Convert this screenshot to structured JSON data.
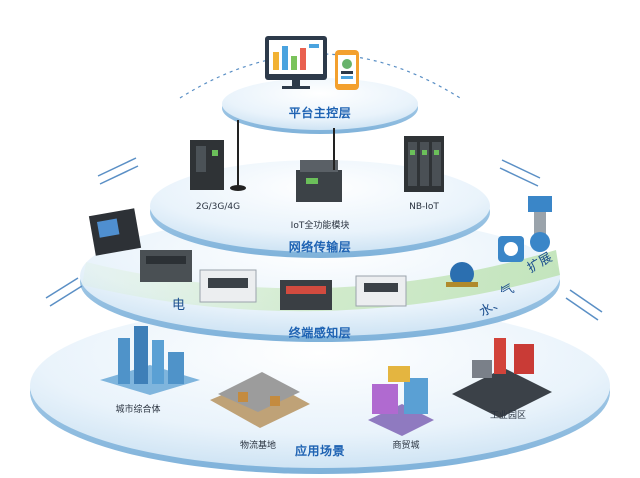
{
  "layers": {
    "platform": {
      "title": "平台主控层"
    },
    "network": {
      "title": "网络传输层",
      "devices": [
        "2G/3G/4G",
        "IoT全功能模块",
        "NB-IoT"
      ]
    },
    "terminal": {
      "title": "终端感知层",
      "electric_label": "电",
      "extension": {
        "water": "水、",
        "gas": "气",
        "more": "扩展"
      }
    },
    "application": {
      "title": "应用场景",
      "scenes": [
        "城市综合体",
        "物流基地",
        "商贸城",
        "工业园区"
      ]
    }
  },
  "colors": {
    "accent_text": "#1f63b3",
    "layer_fill": "#e6f1fa",
    "layer_edge": "#9fc6e3",
    "highlight_green": "#c9e7c4"
  }
}
